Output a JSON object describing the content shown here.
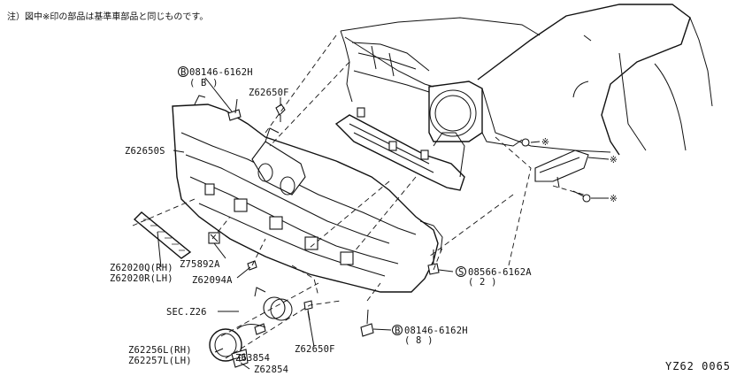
{
  "note": "注）図中※印の部品は基準車部品と同じものです。",
  "diagram_code": "YZ62 0065",
  "callouts": {
    "bolt_top": {
      "prefix": "B",
      "part": "08146-6162H",
      "qty": "( B )"
    },
    "clip_top": "Z62650F",
    "bumper_fascia": "Z62650S",
    "molding_rh": "Z62020Q(RH)",
    "molding_lh": "Z62020R(LH)",
    "clip_mid": "Z75892A",
    "clip_small": "Z62094A",
    "sec_ref": "SEC.Z26",
    "lamp_rh": "Z62256L(RH)",
    "lamp_lh": "Z62257L(LH)",
    "clip_bottom": "Z62650F",
    "lamp_screw": "Z63854",
    "lamp_bracket": "Z62854",
    "screw_right": {
      "prefix": "S",
      "part": "08566-6162A",
      "qty": "( 2 )"
    },
    "bolt_bottom": {
      "prefix": "B",
      "part": "08146-6162H",
      "qty": "( 8 )"
    },
    "star_mark": "※"
  }
}
